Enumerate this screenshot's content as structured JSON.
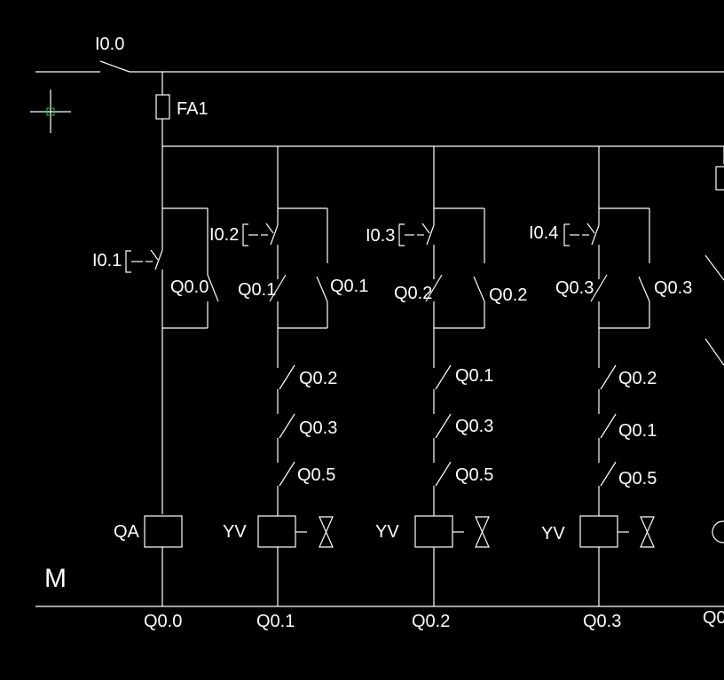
{
  "colors": {
    "background": "#000000",
    "lines": "#ffffff",
    "cursor_marker": "#22c55e"
  },
  "icons": {
    "cursor": "crosshair-cursor-icon"
  },
  "labels": {
    "main_switch": "I0.0",
    "fuse": "FA1",
    "rail": "M",
    "i01": "I0.1",
    "i02": "I0.2",
    "i03": "I0.3",
    "i04": "I0.4",
    "r1_hold": "Q0.0",
    "r2_il": "Q0.1",
    "r2_hold": "Q0.1",
    "r3_il": "Q0.2",
    "r3_hold": "Q0.2",
    "r4_il": "Q0.3",
    "r4_hold": "Q0.3",
    "r2_s1": "Q0.2",
    "r2_s2": "Q0.3",
    "r2_s3": "Q0.5",
    "r3_s1": "Q0.1",
    "r3_s2": "Q0.3",
    "r3_s3": "Q0.5",
    "r4_s1": "Q0.2",
    "r4_s2": "Q0.1",
    "r4_s3": "Q0.5",
    "coil1": "QA",
    "coil2": "YV",
    "coil3": "YV",
    "coil4": "YV",
    "out1": "Q0.0",
    "out2": "Q0.1",
    "out3": "Q0.2",
    "out4": "Q0.3",
    "out5": "Q0"
  }
}
